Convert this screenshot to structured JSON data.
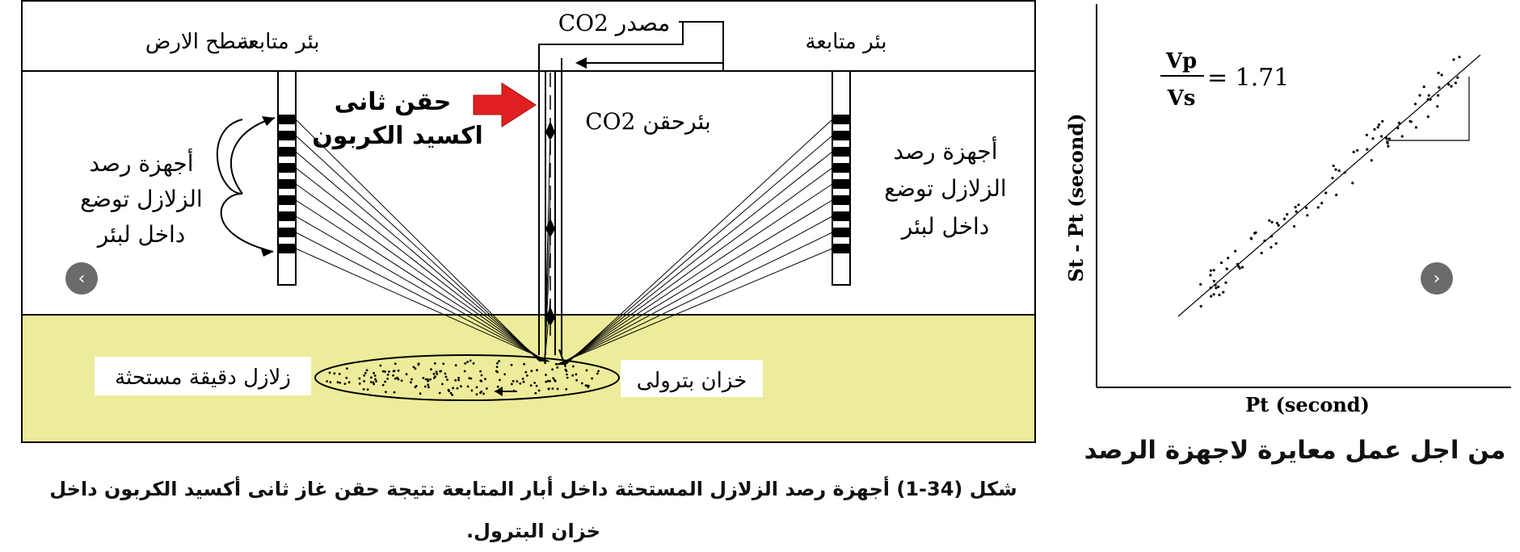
{
  "left_diagram": {
    "ground_surface_label": "سطح الارض",
    "monitoring_well_left_label": "بئر متابعة",
    "monitoring_well_right_label": "بئر متابعة",
    "co2_source_label": "مصدر CO2",
    "injection_title_line1": "حقن ثانى",
    "injection_title_line2": "اكسيد الكربون",
    "injection_well_label": "بئرحقن CO2",
    "seismic_left": [
      "أجهزة رصد",
      "الزلازل توضع",
      "داخل لبئر"
    ],
    "seismic_right": [
      "أجهزة رصد",
      "الزلازل توضع",
      "داخل لبئر"
    ],
    "microseismic_label": "زلازل دقيقة مستحثة",
    "reservoir_label": "خزان بترولى",
    "colors": {
      "reservoir_fill": "#ecec9a",
      "arrow_red": "#e02020",
      "line": "#000000"
    }
  },
  "right_diagram": {
    "ratio_numerator": "Vp",
    "ratio_denominator": "Vs",
    "ratio_value": "= 1.71",
    "ylabel": "St - Pt  (second)",
    "xlabel": "Pt  (second)"
  },
  "caption": {
    "line1": "شكل (34-1) أجهزة رصد الزلازل المستحثة داخل أبار المتابعة نتيجة حقن  غاز  ثانى أكسيد الكربون داخل",
    "line2": "خزان البترول."
  },
  "right_caption": "من اجل عمل معايرة لاجهزة الرصد",
  "nav": {
    "prev_glyph": "‹",
    "next_glyph": "›"
  }
}
